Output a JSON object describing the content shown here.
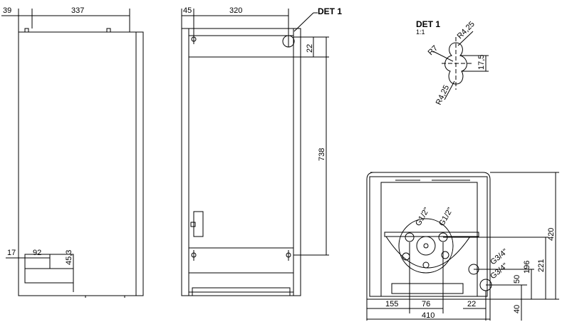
{
  "colors": {
    "line": "#000000",
    "background": "#ffffff",
    "inner": "#333333"
  },
  "side_view": {
    "top_left": "39",
    "width": "337",
    "bottom_a": "17",
    "bottom_b": "92",
    "bottom_c": "45,3"
  },
  "front_view": {
    "left_offset": "45",
    "width": "320",
    "detail_label": "DET 1",
    "offset_22": "22",
    "height": "738"
  },
  "detail": {
    "title": "DET 1",
    "scale": "1:1",
    "r_top": "R4,25",
    "r_left": "R7",
    "h": "17,5",
    "r_bottom": "R4,25"
  },
  "bottom_view": {
    "pipe1": "G1/2\"",
    "pipe2": "G1/2\"",
    "pipe3": "G3/4\"",
    "pipe4": "G3/4\"",
    "h420": "420",
    "h221": "221",
    "h196": "196",
    "h50": "50",
    "h40": "40",
    "w155": "155",
    "w76": "76",
    "w22": "22",
    "w410": "410"
  }
}
